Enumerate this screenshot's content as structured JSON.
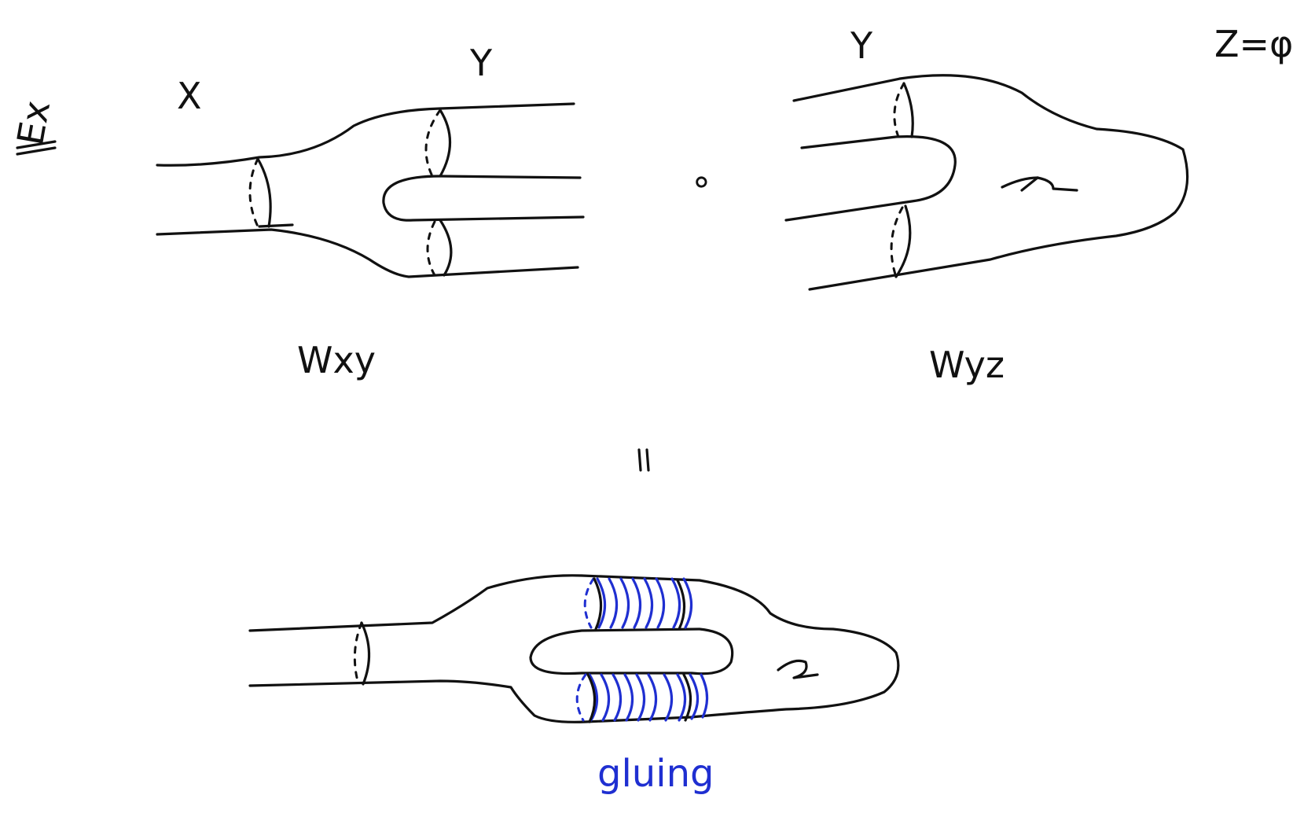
{
  "labels": {
    "ex": "Ex",
    "x": "X",
    "y_left": "Y",
    "y_right": "Y",
    "z_empty": "Z=φ",
    "w_xy": "Wxy",
    "w_yz": "Wyz",
    "compose": "∘",
    "equals": "=",
    "gluing": "gluing"
  },
  "colors": {
    "ink": "#111111",
    "glue": "#1f2fd1"
  }
}
